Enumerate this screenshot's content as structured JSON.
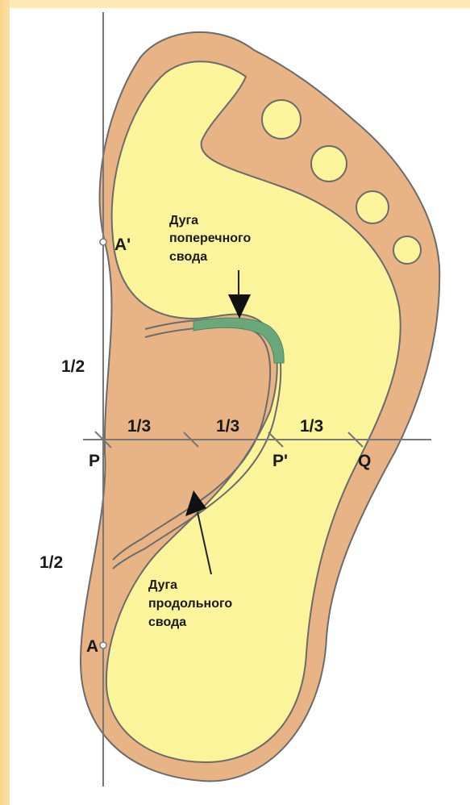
{
  "labels": {
    "A_prime": "A'",
    "A": "A",
    "P": "P",
    "P_prime": "P'",
    "Q": "Q",
    "half_top": "1/2",
    "half_bottom": "1/2",
    "third_1": "1/3",
    "third_2": "1/3",
    "third_3": "1/3"
  },
  "annotations": {
    "transverse_arch": [
      "Дуга",
      "поперечного",
      "свода"
    ],
    "longitudinal_arch": [
      "Дуга",
      "продольного",
      "свода"
    ]
  },
  "colors": {
    "outer_sole": "#e8b486",
    "inner_sole": "#fbf49a",
    "arch_band": "#6aa77a",
    "outline": "#6b6b6b",
    "text": "#1a1a1a"
  }
}
